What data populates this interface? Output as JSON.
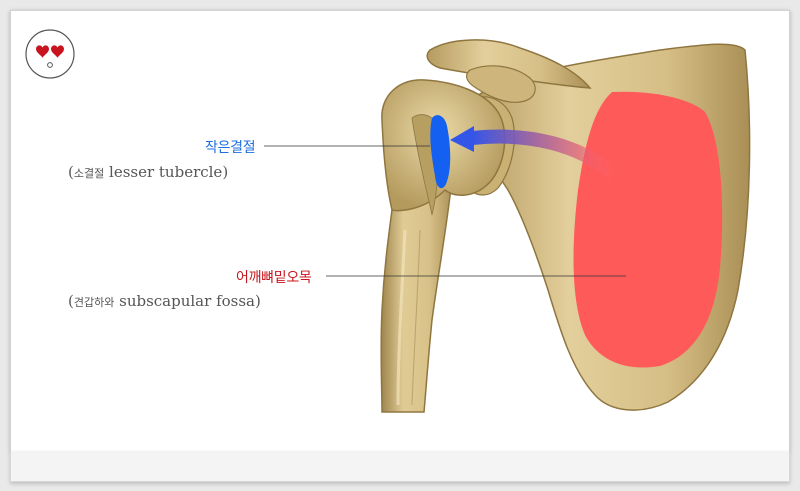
{
  "labels": {
    "lesser_tubercle": {
      "korean": "작은결절",
      "paren_open": "(",
      "alt_korean": "소결절",
      "english": "lesser tubercle",
      "paren_close": ")",
      "color": "#1e6fe0"
    },
    "subscapular_fossa": {
      "korean": "어깨뼈밑오목",
      "paren_open": "(",
      "alt_korean": "견갑하와",
      "english": "subscapular fossa",
      "paren_close": ")",
      "color": "#c8161e"
    }
  },
  "colors": {
    "bone": "#d9c48f",
    "bone_shadow": "#a88f55",
    "fossa_highlight": "#ff5a5a",
    "tubercle_highlight": "#1460f0",
    "arrow_start": "#ff6b6b",
    "arrow_end": "#3355e8"
  },
  "icons": [
    "heart-eyes-emoji-icon"
  ]
}
